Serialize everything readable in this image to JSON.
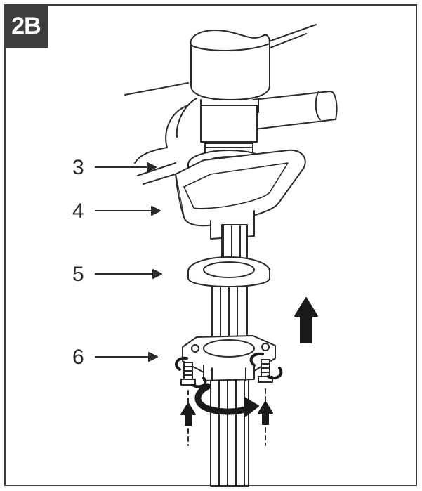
{
  "step": {
    "label": "2B"
  },
  "callouts": [
    {
      "number": "3"
    },
    {
      "number": "4"
    },
    {
      "number": "5"
    },
    {
      "number": "6"
    }
  ],
  "colors": {
    "ink": "#2a2a2a",
    "badge": "#3d3d3d",
    "arrow": "#1a1a1a"
  },
  "icons": {
    "lift": "arrow-up-icon",
    "tighten": "rotate-arrow-icon"
  }
}
